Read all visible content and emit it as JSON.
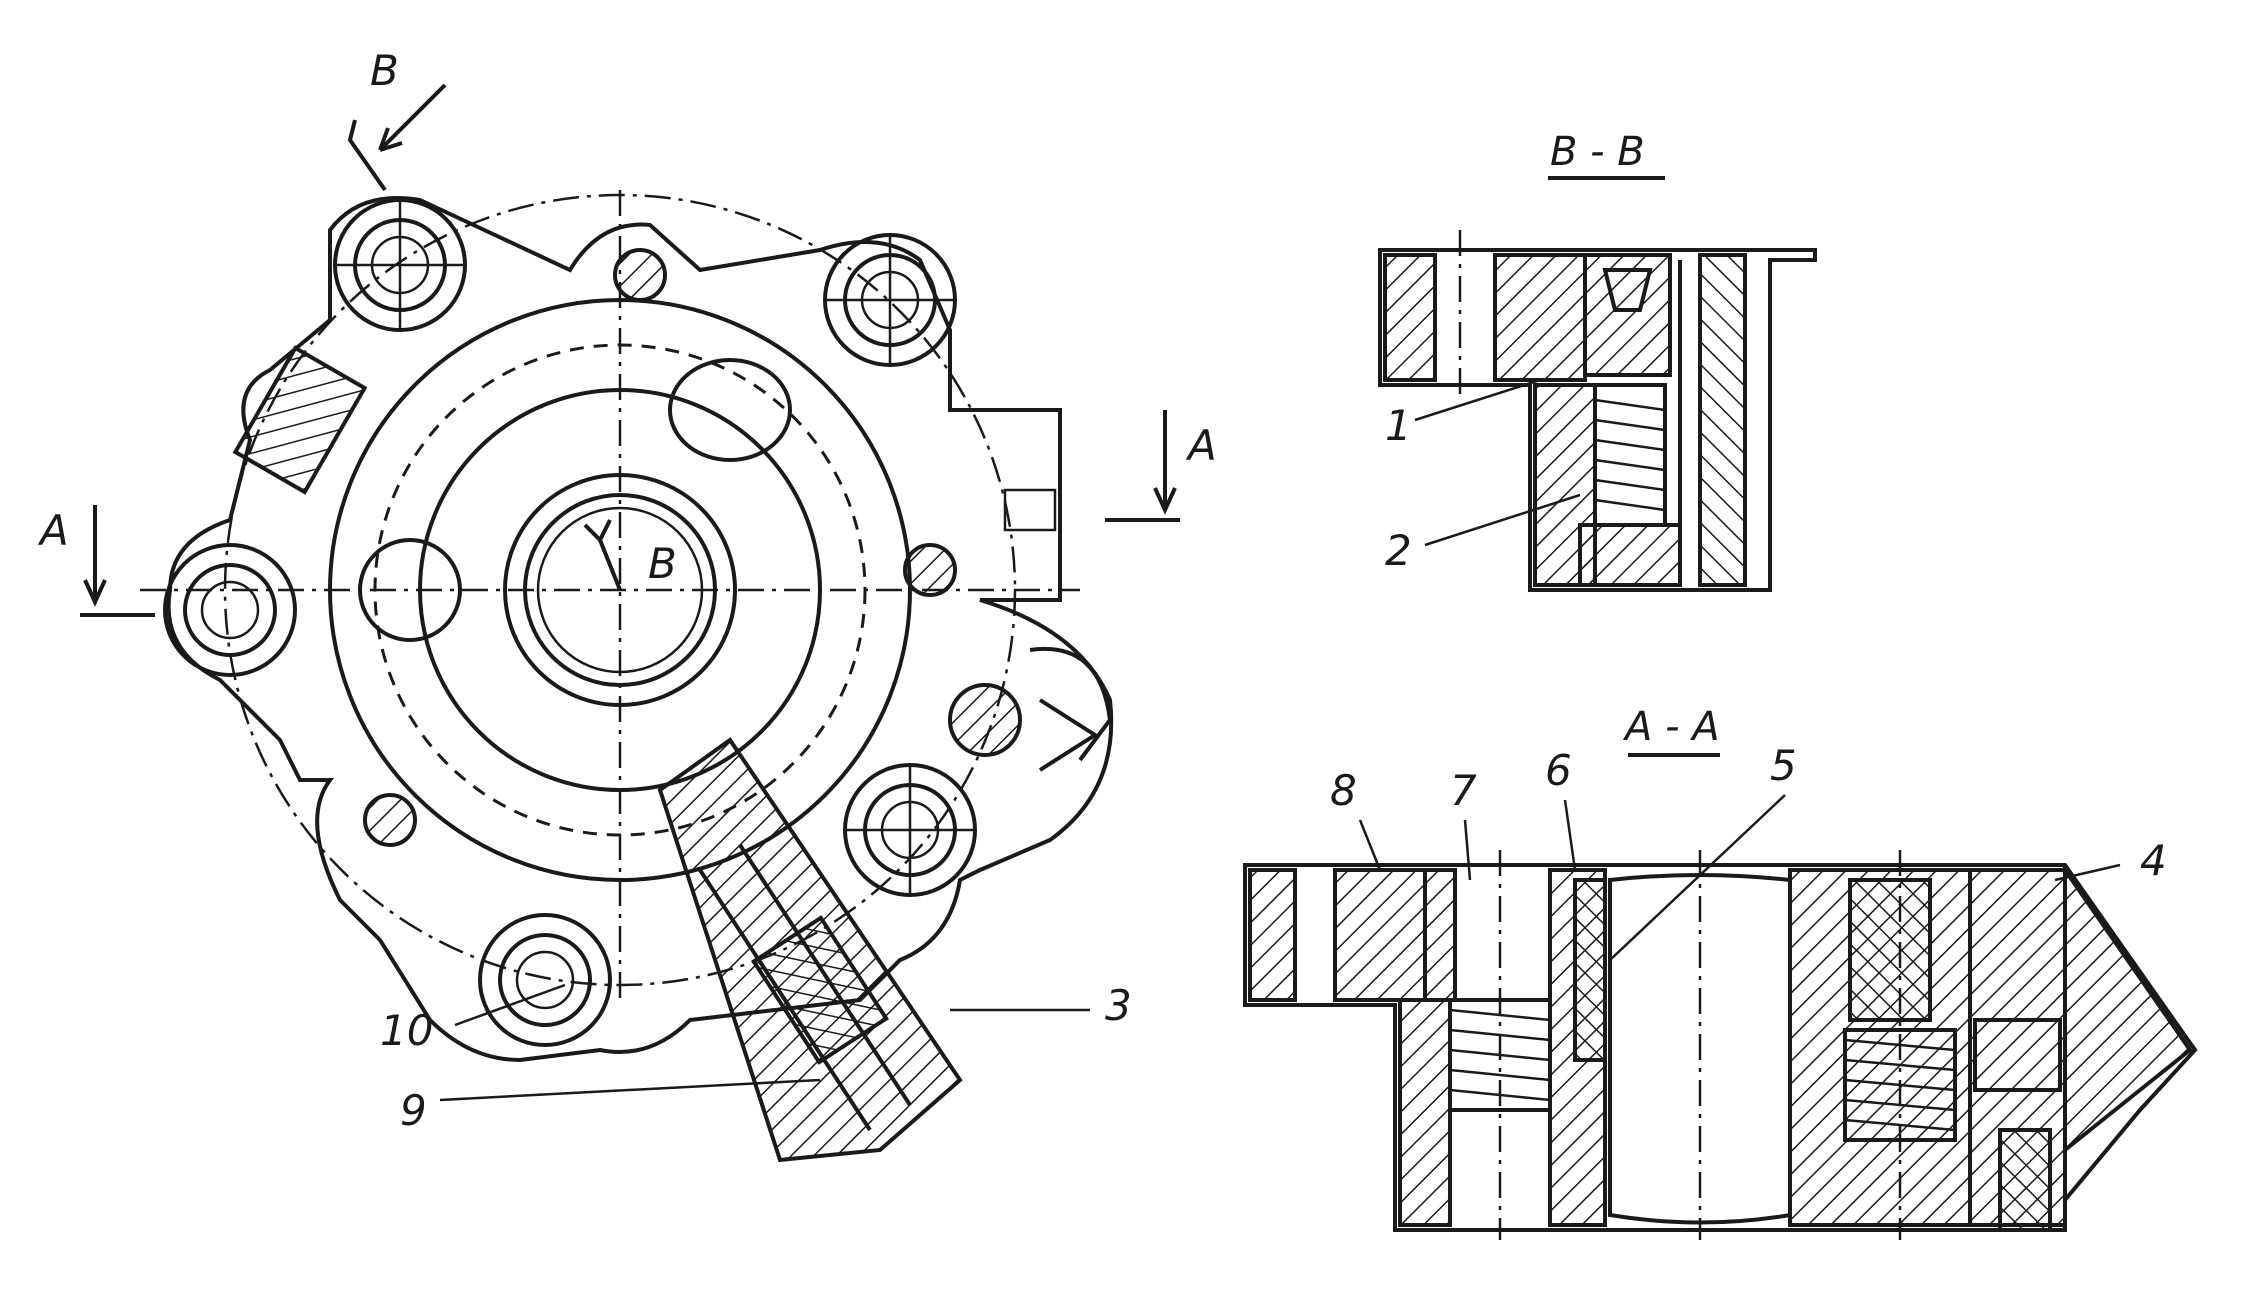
{
  "labels": {
    "section_b": "B",
    "section_a_left": "A",
    "section_a_right": "A",
    "center_b": "B",
    "title_bb": "B - B",
    "title_aa": "A - A",
    "part_1": "1",
    "part_2": "2",
    "part_3": "3",
    "part_4": "4",
    "part_5": "5",
    "part_6": "6",
    "part_7": "7",
    "part_8": "8",
    "part_9": "9",
    "part_10": "10"
  }
}
